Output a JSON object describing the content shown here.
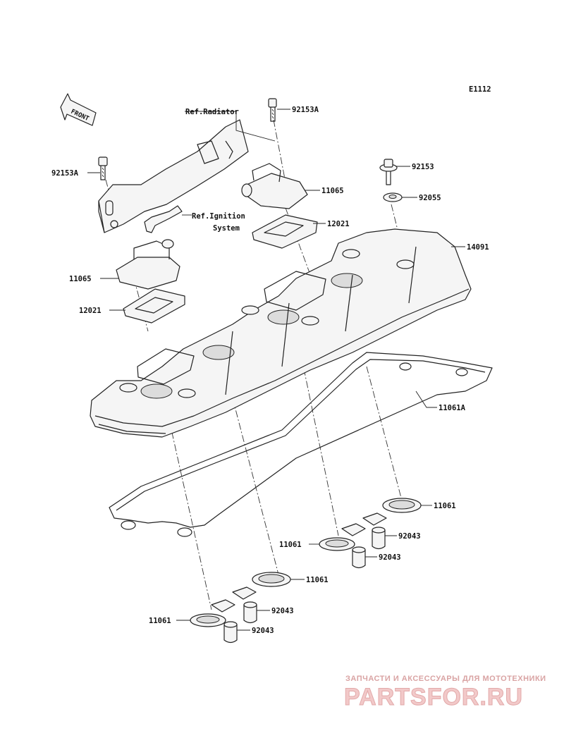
{
  "diagram_code": "E1112",
  "front_label": "FRONT",
  "refs": {
    "radiator": "Ref.Radiator",
    "ignition_line1": "Ref.Ignition",
    "ignition_line2": "System"
  },
  "callouts": {
    "bolt_top": "92153A",
    "bolt_left": "92153A",
    "bolt_right": "92153",
    "washer_right": "92055",
    "cover_right": "11065",
    "cover_left": "11065",
    "plate_right": "12021",
    "plate_left": "12021",
    "head_cover": "14091",
    "gasket_main": "11061A",
    "gasket_a": "11061",
    "gasket_b": "11061",
    "gasket_c": "11061",
    "gasket_d": "11061",
    "sleeve_a": "92043",
    "sleeve_b": "92043",
    "sleeve_c": "92043",
    "sleeve_d": "92043"
  },
  "watermark": {
    "tagline": "ЗАПЧАСТИ И АКСЕССУАРЫ ДЛЯ МОТОТЕХНИКИ",
    "brand": "PARTSFOR.RU"
  }
}
